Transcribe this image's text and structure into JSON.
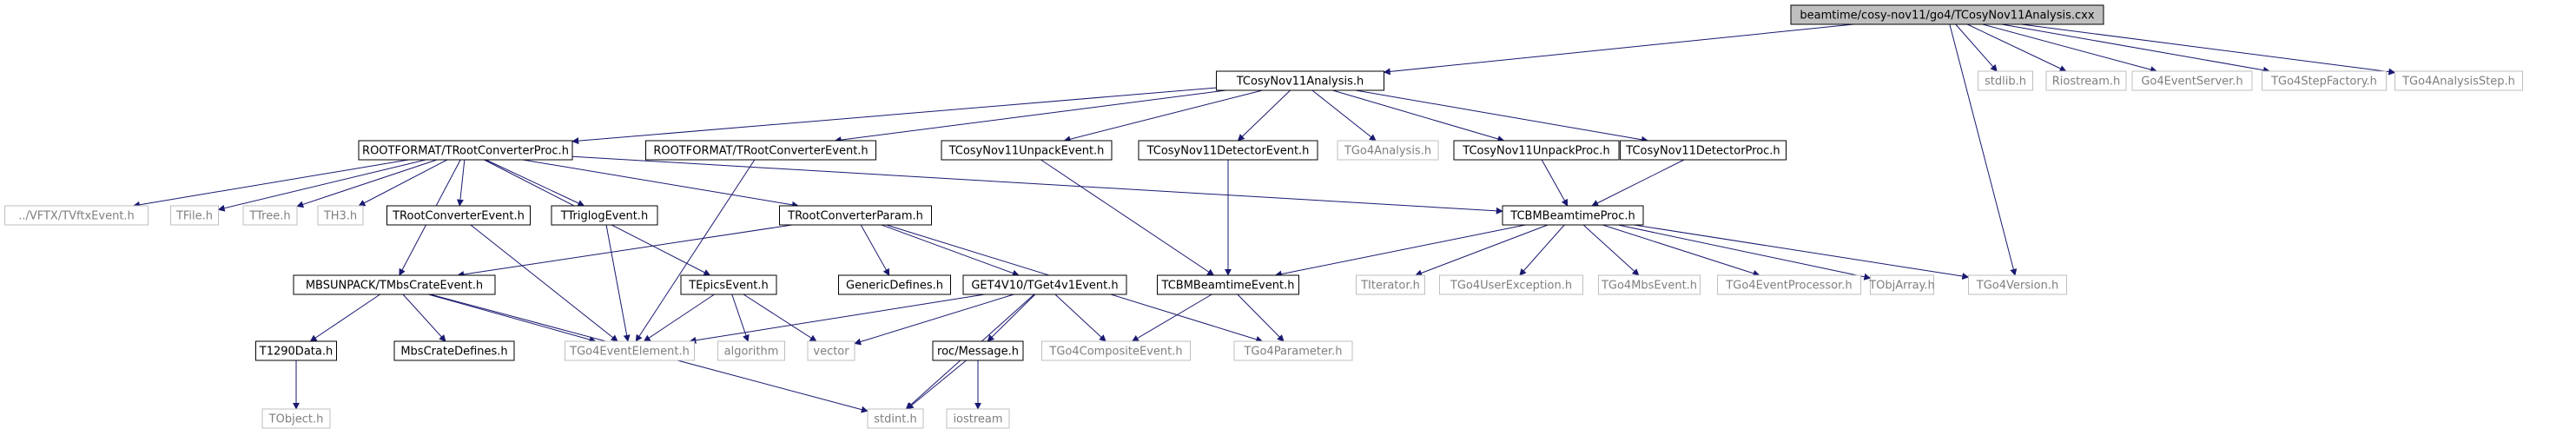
{
  "graph": {
    "nodes": [
      {
        "id": "root",
        "label": "beamtime/cosy-nov11/go4/TCosyNov11Analysis.cxx",
        "style": "root"
      },
      {
        "id": "ana_h",
        "label": "TCosyNov11Analysis.h",
        "style": "normal"
      },
      {
        "id": "stdlib",
        "label": "stdlib.h",
        "style": "external"
      },
      {
        "id": "riostream",
        "label": "Riostream.h",
        "style": "external"
      },
      {
        "id": "evserver",
        "label": "Go4EventServer.h",
        "style": "external"
      },
      {
        "id": "stepfactory",
        "label": "TGo4StepFactory.h",
        "style": "external"
      },
      {
        "id": "anastep",
        "label": "TGo4AnalysisStep.h",
        "style": "external"
      },
      {
        "id": "convproc",
        "label": "ROOTFORMAT/TRootConverterProc.h",
        "style": "normal"
      },
      {
        "id": "convevent",
        "label": "ROOTFORMAT/TRootConverterEvent.h",
        "style": "normal"
      },
      {
        "id": "unpackevent",
        "label": "TCosyNov11UnpackEvent.h",
        "style": "normal"
      },
      {
        "id": "detevent",
        "label": "TCosyNov11DetectorEvent.h",
        "style": "normal"
      },
      {
        "id": "go4analysis",
        "label": "TGo4Analysis.h",
        "style": "external"
      },
      {
        "id": "unpackproc",
        "label": "TCosyNov11UnpackProc.h",
        "style": "normal"
      },
      {
        "id": "detproc",
        "label": "TCosyNov11DetectorProc.h",
        "style": "normal"
      },
      {
        "id": "vftx",
        "label": "../VFTX/TVftxEvent.h",
        "style": "external"
      },
      {
        "id": "tfile",
        "label": "TFile.h",
        "style": "external"
      },
      {
        "id": "ttree",
        "label": "TTree.h",
        "style": "external"
      },
      {
        "id": "th3",
        "label": "TH3.h",
        "style": "external"
      },
      {
        "id": "convevent2",
        "label": "TRootConverterEvent.h",
        "style": "normal"
      },
      {
        "id": "triglog",
        "label": "TTriglogEvent.h",
        "style": "normal"
      },
      {
        "id": "convparam",
        "label": "TRootConverterParam.h",
        "style": "normal"
      },
      {
        "id": "bmproc",
        "label": "TCBMBeamtimeProc.h",
        "style": "normal"
      },
      {
        "id": "mbscrate",
        "label": "MBSUNPACK/TMbsCrateEvent.h",
        "style": "normal"
      },
      {
        "id": "epics",
        "label": "TEpicsEvent.h",
        "style": "normal"
      },
      {
        "id": "generic",
        "label": "GenericDefines.h",
        "style": "normal"
      },
      {
        "id": "get4",
        "label": "GET4V10/TGet4v1Event.h",
        "style": "normal"
      },
      {
        "id": "bmevent",
        "label": "TCBMBeamtimeEvent.h",
        "style": "normal"
      },
      {
        "id": "titerator",
        "label": "TIterator.h",
        "style": "external"
      },
      {
        "id": "userexc",
        "label": "TGo4UserException.h",
        "style": "external"
      },
      {
        "id": "mbsevent",
        "label": "TGo4MbsEvent.h",
        "style": "external"
      },
      {
        "id": "evproc",
        "label": "TGo4EventProcessor.h",
        "style": "external"
      },
      {
        "id": "tobjarray",
        "label": "TObjArray.h",
        "style": "external"
      },
      {
        "id": "go4version",
        "label": "TGo4Version.h",
        "style": "external"
      },
      {
        "id": "t1290",
        "label": "T1290Data.h",
        "style": "normal"
      },
      {
        "id": "mbsdefines",
        "label": "MbsCrateDefines.h",
        "style": "normal"
      },
      {
        "id": "evelement",
        "label": "TGo4EventElement.h",
        "style": "external"
      },
      {
        "id": "algorithm",
        "label": "algorithm",
        "style": "external"
      },
      {
        "id": "vector",
        "label": "vector",
        "style": "external"
      },
      {
        "id": "message",
        "label": "roc/Message.h",
        "style": "normal"
      },
      {
        "id": "compevent",
        "label": "TGo4CompositeEvent.h",
        "style": "external"
      },
      {
        "id": "parameter",
        "label": "TGo4Parameter.h",
        "style": "external"
      },
      {
        "id": "tobject",
        "label": "TObject.h",
        "style": "external"
      },
      {
        "id": "stdint",
        "label": "stdint.h",
        "style": "external"
      },
      {
        "id": "iostream",
        "label": "iostream",
        "style": "external"
      }
    ],
    "edges": [
      [
        "root",
        "ana_h"
      ],
      [
        "root",
        "stdlib"
      ],
      [
        "root",
        "riostream"
      ],
      [
        "root",
        "evserver"
      ],
      [
        "root",
        "stepfactory"
      ],
      [
        "root",
        "anastep"
      ],
      [
        "root",
        "go4version"
      ],
      [
        "ana_h",
        "convproc"
      ],
      [
        "ana_h",
        "convevent"
      ],
      [
        "ana_h",
        "unpackevent"
      ],
      [
        "ana_h",
        "detevent"
      ],
      [
        "ana_h",
        "go4analysis"
      ],
      [
        "ana_h",
        "unpackproc"
      ],
      [
        "ana_h",
        "detproc"
      ],
      [
        "convproc",
        "vftx"
      ],
      [
        "convproc",
        "tfile"
      ],
      [
        "convproc",
        "ttree"
      ],
      [
        "convproc",
        "th3"
      ],
      [
        "convproc",
        "convevent2"
      ],
      [
        "convproc",
        "triglog"
      ],
      [
        "convproc",
        "convparam"
      ],
      [
        "convproc",
        "bmproc"
      ],
      [
        "convproc",
        "mbscrate"
      ],
      [
        "convproc",
        "epics"
      ],
      [
        "convevent",
        "evelement"
      ],
      [
        "unpackevent",
        "bmevent"
      ],
      [
        "detevent",
        "bmevent"
      ],
      [
        "unpackproc",
        "bmproc"
      ],
      [
        "detproc",
        "bmproc"
      ],
      [
        "convevent2",
        "evelement"
      ],
      [
        "triglog",
        "evelement"
      ],
      [
        "convparam",
        "mbscrate"
      ],
      [
        "convparam",
        "generic"
      ],
      [
        "convparam",
        "get4"
      ],
      [
        "convparam",
        "parameter"
      ],
      [
        "bmproc",
        "bmevent"
      ],
      [
        "bmproc",
        "titerator"
      ],
      [
        "bmproc",
        "userexc"
      ],
      [
        "bmproc",
        "mbsevent"
      ],
      [
        "bmproc",
        "evproc"
      ],
      [
        "bmproc",
        "tobjarray"
      ],
      [
        "bmproc",
        "go4version"
      ],
      [
        "mbscrate",
        "t1290"
      ],
      [
        "mbscrate",
        "mbsdefines"
      ],
      [
        "mbscrate",
        "evelement"
      ],
      [
        "mbscrate",
        "stdint"
      ],
      [
        "epics",
        "evelement"
      ],
      [
        "epics",
        "algorithm"
      ],
      [
        "epics",
        "vector"
      ],
      [
        "get4",
        "evelement"
      ],
      [
        "get4",
        "vector"
      ],
      [
        "get4",
        "message"
      ],
      [
        "get4",
        "compevent"
      ],
      [
        "get4",
        "stdint"
      ],
      [
        "bmevent",
        "compevent"
      ],
      [
        "bmevent",
        "parameter"
      ],
      [
        "t1290",
        "tobject"
      ],
      [
        "message",
        "stdint"
      ],
      [
        "message",
        "iostream"
      ]
    ]
  },
  "colors": {
    "root_fill": "#bfbfbf",
    "normal_border": "#000000",
    "external_border": "#bfbfbf",
    "normal_text": "#000000",
    "external_text": "#7f7f7f",
    "edge": "#191970"
  }
}
